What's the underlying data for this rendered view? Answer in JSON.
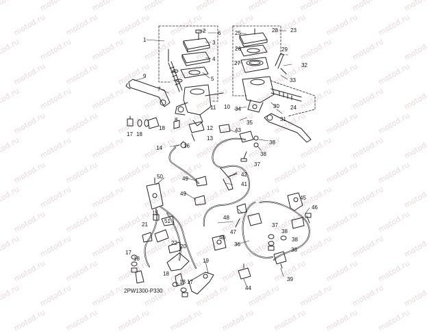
{
  "diagram": {
    "watermark": "motod.ru",
    "drawing_code": "2PW1300-P330",
    "callouts": [
      "1",
      "2",
      "3",
      "4",
      "5",
      "6",
      "7",
      "8",
      "9",
      "10",
      "11",
      "12",
      "13",
      "14",
      "15",
      "16",
      "17",
      "18",
      "19",
      "20",
      "21",
      "22",
      "23",
      "24",
      "25",
      "26",
      "27",
      "28",
      "29",
      "30",
      "31",
      "32",
      "33",
      "34",
      "35",
      "36",
      "37",
      "38",
      "39",
      "40",
      "41",
      "42",
      "43",
      "44",
      "45",
      "46",
      "47",
      "48",
      "49",
      "50",
      "51"
    ]
  }
}
